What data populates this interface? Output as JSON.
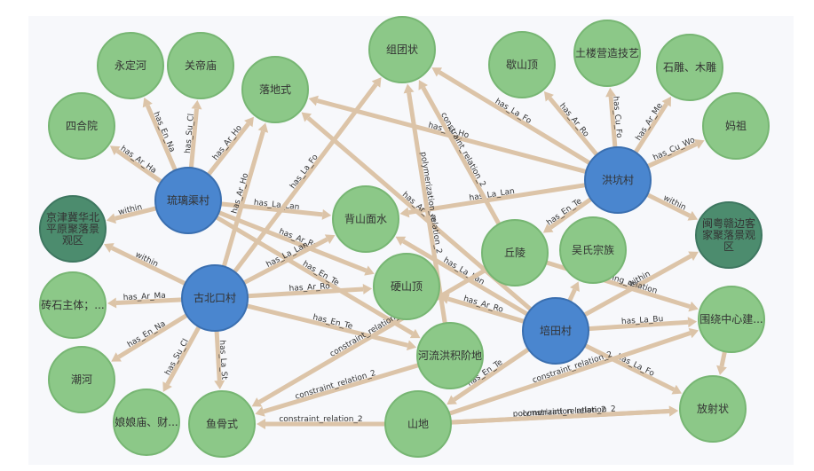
{
  "colors": {
    "village_fill": "#4a86cf",
    "village_stroke": "#3a6fb0",
    "village_text": "#ffffff",
    "region_fill": "#4c8c6e",
    "region_stroke": "#3e7760",
    "region_text": "#ffffff",
    "feature_fill": "#8cc888",
    "feature_stroke": "#77b673",
    "feature_text": "#333333",
    "edge": "#dcc4a8"
  },
  "nodes": [
    {
      "id": "liulichu",
      "label": "琉璃渠村",
      "type": "village"
    },
    {
      "id": "gubeikou",
      "label": "古北口村",
      "type": "village"
    },
    {
      "id": "hongkeng",
      "label": "洪坑村",
      "type": "village"
    },
    {
      "id": "peitian",
      "label": "培田村",
      "type": "village"
    },
    {
      "id": "jingjinji",
      "label": [
        "京津冀华北",
        "平原聚落景",
        "观区"
      ],
      "type": "region"
    },
    {
      "id": "minyuegan",
      "label": [
        "闽粤赣边客",
        "家聚落景观",
        "区"
      ],
      "type": "region"
    },
    {
      "id": "siheyuan",
      "label": "四合院",
      "type": "feature"
    },
    {
      "id": "yongding",
      "label": "永定河",
      "type": "feature"
    },
    {
      "id": "guandi",
      "label": "关帝庙",
      "type": "feature"
    },
    {
      "id": "luodi",
      "label": "落地式",
      "type": "feature"
    },
    {
      "id": "zutuan",
      "label": "组团状",
      "type": "feature"
    },
    {
      "id": "xieshan",
      "label": "歇山顶",
      "type": "feature"
    },
    {
      "id": "tulou",
      "label": "土楼营造技艺",
      "type": "feature"
    },
    {
      "id": "shidiao",
      "label": "石雕、木雕",
      "type": "feature"
    },
    {
      "id": "mazu",
      "label": "妈祖",
      "type": "feature"
    },
    {
      "id": "beishan",
      "label": "背山面水",
      "type": "feature"
    },
    {
      "id": "qiuling",
      "label": "丘陵",
      "type": "feature"
    },
    {
      "id": "wushi",
      "label": "吴氏宗族",
      "type": "feature"
    },
    {
      "id": "yingshan",
      "label": "硬山顶",
      "type": "feature"
    },
    {
      "id": "zhuanshi",
      "label": "砖石主体；...",
      "type": "feature"
    },
    {
      "id": "chaohe",
      "label": "潮河",
      "type": "feature"
    },
    {
      "id": "niangniang",
      "label": "娘娘庙、财...",
      "type": "feature"
    },
    {
      "id": "yugu",
      "label": "鱼骨式",
      "type": "feature"
    },
    {
      "id": "heliu",
      "label": "河流洪积阶地",
      "type": "feature"
    },
    {
      "id": "shandi",
      "label": "山地",
      "type": "feature"
    },
    {
      "id": "fangshe",
      "label": "放射状",
      "type": "feature"
    },
    {
      "id": "weirao",
      "label": "围绕中心建...",
      "type": "feature"
    }
  ],
  "edges": [
    {
      "from": "liulichu",
      "to": "siheyuan",
      "label": "has_Ar_Ha"
    },
    {
      "from": "liulichu",
      "to": "yongding",
      "label": "has_En_Na"
    },
    {
      "from": "liulichu",
      "to": "guandi",
      "label": "has_Su_Cl"
    },
    {
      "from": "liulichu",
      "to": "luodi",
      "label": "has_Ar_Ho"
    },
    {
      "from": "liulichu",
      "to": "jingjinji",
      "label": "within"
    },
    {
      "from": "liulichu",
      "to": "beishan",
      "label": "has_La_Lan"
    },
    {
      "from": "liulichu",
      "to": "yingshan",
      "label": "has_Ar_Ro"
    },
    {
      "from": "liulichu",
      "to": "heliu",
      "label": "has_En_Te"
    },
    {
      "from": "gubeikou",
      "to": "jingjinji",
      "label": "within"
    },
    {
      "from": "gubeikou",
      "to": "luodi",
      "label": "has_Ar_Ho"
    },
    {
      "from": "gubeikou",
      "to": "zutuan",
      "label": "has_La_Fo"
    },
    {
      "from": "gubeikou",
      "to": "beishan",
      "label": "has_La_Lan"
    },
    {
      "from": "gubeikou",
      "to": "yingshan",
      "label": "has_Ar_Ro"
    },
    {
      "from": "gubeikou",
      "to": "zhuanshi",
      "label": "has_Ar_Ma"
    },
    {
      "from": "gubeikou",
      "to": "chaohe",
      "label": "has_En_Na"
    },
    {
      "from": "gubeikou",
      "to": "niangniang",
      "label": "has_Su_Cl"
    },
    {
      "from": "gubeikou",
      "to": "yugu",
      "label": "has_La_St"
    },
    {
      "from": "gubeikou",
      "to": "heliu",
      "label": "has_En_Te"
    },
    {
      "from": "hongkeng",
      "to": "xieshan",
      "label": "has_Ar_Ro"
    },
    {
      "from": "hongkeng",
      "to": "tulou",
      "label": "has_Cu_Fo"
    },
    {
      "from": "hongkeng",
      "to": "shidiao",
      "label": "has_Ar_Me"
    },
    {
      "from": "hongkeng",
      "to": "mazu",
      "label": "has_Cu_Wo"
    },
    {
      "from": "hongkeng",
      "to": "minyuegan",
      "label": "within"
    },
    {
      "from": "hongkeng",
      "to": "zutuan",
      "label": "has_La_Fo"
    },
    {
      "from": "hongkeng",
      "to": "luodi",
      "label": "has_Ar_Ho"
    },
    {
      "from": "hongkeng",
      "to": "beishan",
      "label": "has_La_Lan"
    },
    {
      "from": "hongkeng",
      "to": "qiuling",
      "label": "has_En_Te"
    },
    {
      "from": "peitian",
      "to": "luodi",
      "label": "has_Ar_Ho"
    },
    {
      "from": "peitian",
      "to": "beishan",
      "label": "has_La_Lan"
    },
    {
      "from": "peitian",
      "to": "yingshan",
      "label": "has_Ar_Ro"
    },
    {
      "from": "peitian",
      "to": "wushi",
      "label": ""
    },
    {
      "from": "peitian",
      "to": "shandi",
      "label": "has_En_Te"
    },
    {
      "from": "peitian",
      "to": "minyuegan",
      "label": "within"
    },
    {
      "from": "peitian",
      "to": "weirao",
      "label": "has_La_Bu"
    },
    {
      "from": "peitian",
      "to": "fangshe",
      "label": "has_La_Fo"
    },
    {
      "from": "qiuling",
      "to": "zutuan",
      "label": "constraint_relation_2"
    },
    {
      "from": "qiuling",
      "to": "yugu",
      "label": "constraint_relation_2"
    },
    {
      "from": "heliu",
      "to": "zutuan",
      "label": "polymerization_relation_2"
    },
    {
      "from": "heliu",
      "to": "yugu",
      "label": "constraint_relation_2"
    },
    {
      "from": "shandi",
      "to": "yugu",
      "label": "constraint_relation_2"
    },
    {
      "from": "shandi",
      "to": "weirao",
      "label": "constraint_relation_2"
    },
    {
      "from": "shandi",
      "to": "fangshe",
      "label": "polymerization_relation_2"
    },
    {
      "from": "shandi",
      "to": "fangshe",
      "label": "constraint_relation_2"
    },
    {
      "from": "weirao",
      "to": "fangshe",
      "label": ""
    },
    {
      "from": "qiuling",
      "to": "weirao",
      "label": "mapping_relation"
    }
  ]
}
